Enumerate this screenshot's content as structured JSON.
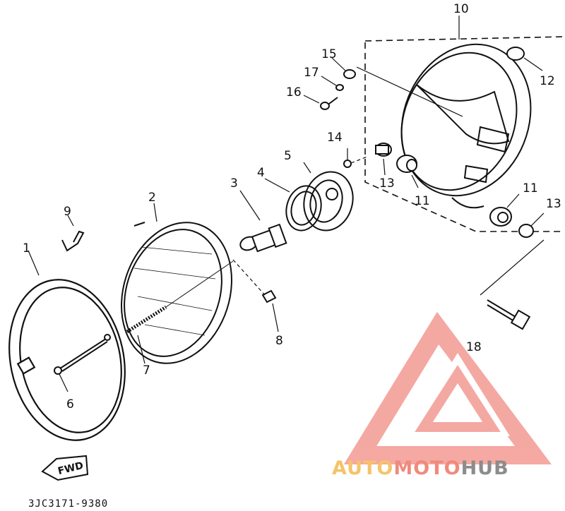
{
  "diagram": {
    "callouts": [
      {
        "id": "1",
        "text": "1"
      },
      {
        "id": "2",
        "text": "2"
      },
      {
        "id": "3",
        "text": "3"
      },
      {
        "id": "4",
        "text": "4"
      },
      {
        "id": "5",
        "text": "5"
      },
      {
        "id": "6",
        "text": "6"
      },
      {
        "id": "7",
        "text": "7"
      },
      {
        "id": "8",
        "text": "8"
      },
      {
        "id": "9",
        "text": "9"
      },
      {
        "id": "10",
        "text": "10"
      },
      {
        "id": "11a",
        "text": "11"
      },
      {
        "id": "11b",
        "text": "11"
      },
      {
        "id": "12",
        "text": "12"
      },
      {
        "id": "13a",
        "text": "13"
      },
      {
        "id": "13b",
        "text": "13"
      },
      {
        "id": "14",
        "text": "14"
      },
      {
        "id": "15",
        "text": "15"
      },
      {
        "id": "16",
        "text": "16"
      },
      {
        "id": "17",
        "text": "17"
      },
      {
        "id": "18",
        "text": "18"
      }
    ],
    "direction_arrow": "FWD",
    "drawing_code": "3JC3171-9380"
  },
  "watermark": {
    "parts": [
      "AUTO",
      "MOTO",
      "HUB"
    ],
    "colors": {
      "auto": "#f5c36a",
      "moto": "#f08a7c",
      "hub": "#8c8c8c",
      "logo": "#f39a92"
    }
  }
}
